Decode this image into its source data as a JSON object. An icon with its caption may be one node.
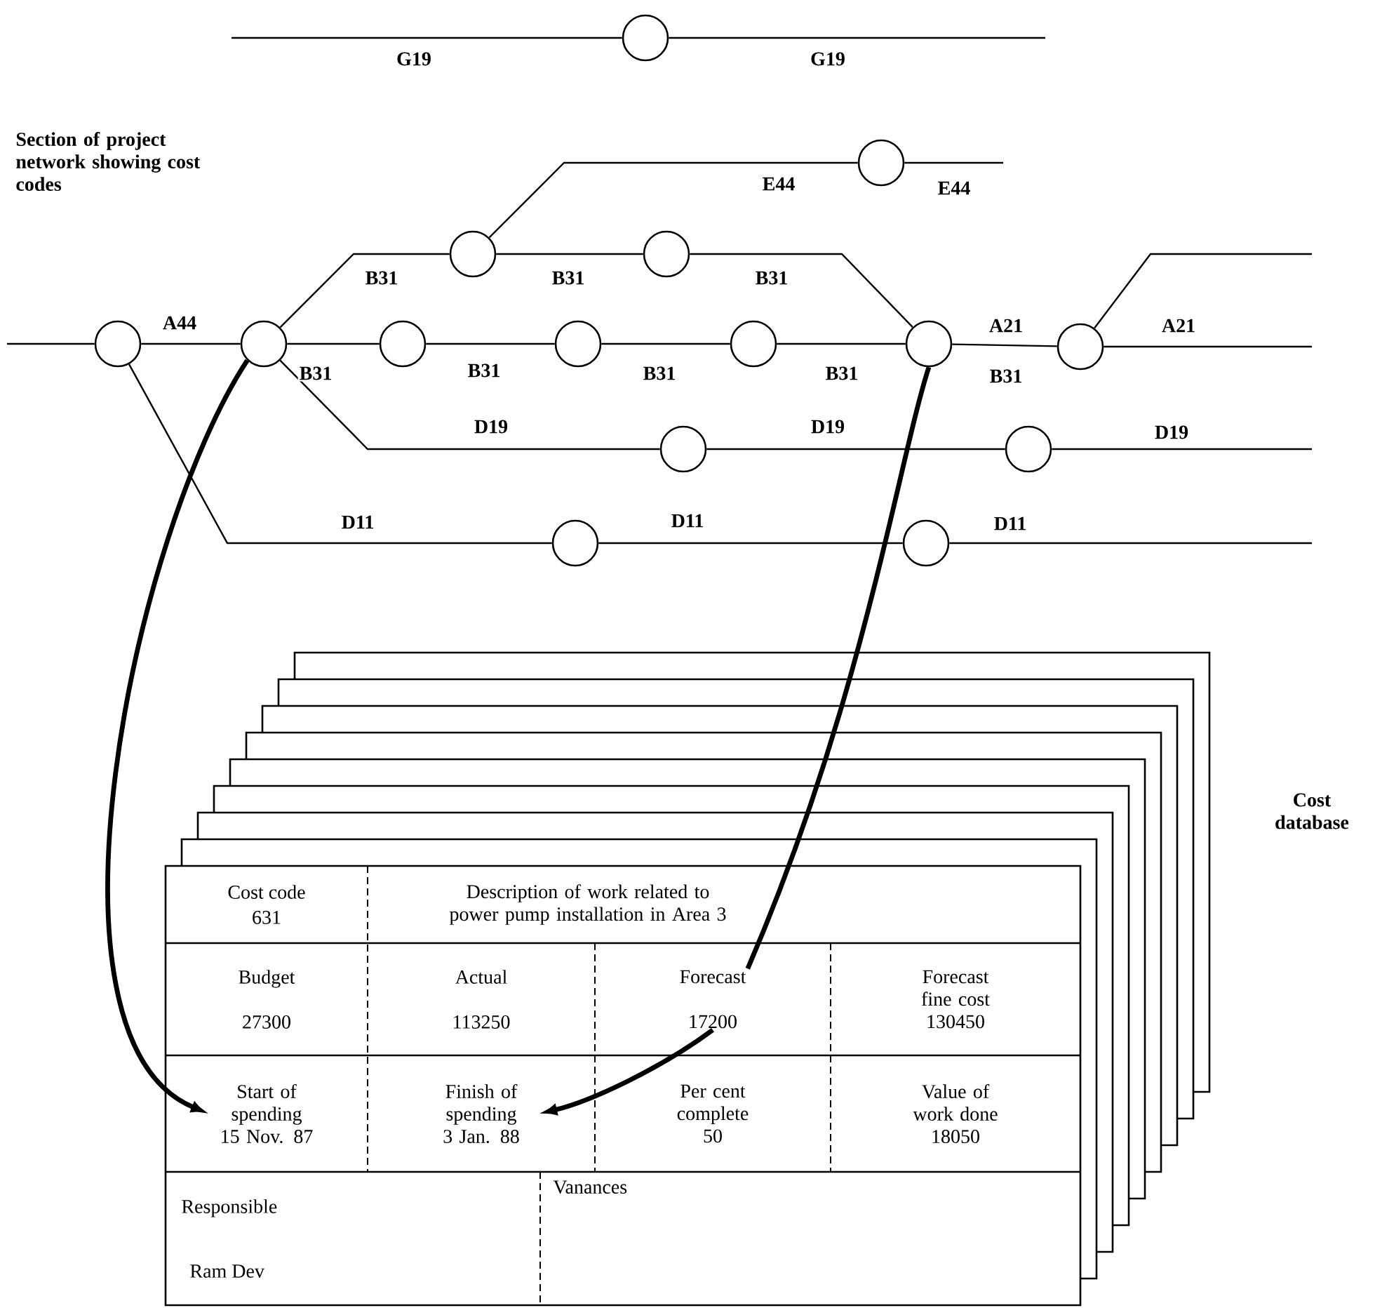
{
  "diagram": {
    "nodes": [
      {
        "text": [],
        "shape": "circle"
      },
      {
        "text": [],
        "shape": "circle"
      },
      {
        "text": [],
        "shape": "circle"
      },
      {
        "text": [],
        "shape": "circle"
      },
      {
        "text": [],
        "shape": "circle"
      },
      {
        "text": [],
        "shape": "circle"
      },
      {
        "text": [],
        "shape": "circle"
      },
      {
        "text": [],
        "shape": "circle"
      },
      {
        "text": [],
        "shape": "circle"
      },
      {
        "text": [],
        "shape": "circle"
      },
      {
        "text": [],
        "shape": "circle"
      },
      {
        "text": [],
        "shape": "circle"
      },
      {
        "text": [],
        "shape": "circle"
      },
      {
        "text": [],
        "shape": "circle"
      },
      {
        "text": [],
        "shape": "circle"
      },
      {
        "text": [],
        "shape": "box"
      },
      {
        "text": [
          "Cost code",
          "631"
        ],
        "in": 15
      },
      {
        "text": [
          "Description of work related to power pump installation in Area 3"
        ],
        "in": 15
      },
      {
        "text": [
          "Budget",
          "27300"
        ],
        "in": 15
      },
      {
        "text": [
          "Actual",
          "113250"
        ],
        "in": 15
      },
      {
        "text": [
          "Forecast",
          "17200"
        ],
        "in": 15
      },
      {
        "text": [
          "Forecast fine cost",
          "130450"
        ],
        "in": 15
      },
      {
        "text": [
          "Start of spending",
          "15 Nov. 87"
        ],
        "in": 15
      },
      {
        "text": [
          "Finish of spending",
          "3 Jan. 88"
        ],
        "in": 15
      },
      {
        "text": [
          "Per cent complete",
          "50"
        ],
        "in": 15
      },
      {
        "text": [
          "Value of work done",
          "18050"
        ],
        "in": 15
      },
      {
        "text": [
          "Responsible",
          "Ram Dev"
        ],
        "in": 15
      },
      {
        "text": [
          "Vanances"
        ],
        "in": 15
      }
    ],
    "edges": [
      {
        "from": null,
        "to": 0,
        "arrow": "none",
        "label": "G19"
      },
      {
        "from": 0,
        "to": null,
        "arrow": "none",
        "label": "G19"
      },
      {
        "from": null,
        "to": 1,
        "arrow": "none"
      },
      {
        "from": 1,
        "to": 2,
        "arrow": "none",
        "label": "A44"
      },
      {
        "from": 2,
        "to": 8,
        "arrow": "none",
        "label": "B31"
      },
      {
        "from": 8,
        "to": 9,
        "arrow": "none",
        "label": "B31"
      },
      {
        "from": 9,
        "to": 6,
        "arrow": "none",
        "label": "B31"
      },
      {
        "from": 8,
        "to": 10,
        "arrow": "none",
        "label": "E44"
      },
      {
        "from": 10,
        "to": null,
        "arrow": "none",
        "label": "E44"
      },
      {
        "from": 2,
        "to": 3,
        "arrow": "none",
        "label": "B31"
      },
      {
        "from": 3,
        "to": 4,
        "arrow": "none",
        "label": "B31"
      },
      {
        "from": 4,
        "to": 5,
        "arrow": "none",
        "label": "B31"
      },
      {
        "from": 5,
        "to": 6,
        "arrow": "none",
        "label": "B31"
      },
      {
        "from": 6,
        "to": 7,
        "arrow": "none",
        "label": "A21"
      },
      {
        "from": 7,
        "to": null,
        "arrow": "none"
      },
      {
        "from": 7,
        "to": null,
        "arrow": "none",
        "label": "A21"
      },
      {
        "from": 2,
        "to": 11,
        "arrow": "none",
        "label": "D19"
      },
      {
        "from": 11,
        "to": 12,
        "arrow": "none",
        "label": "D19"
      },
      {
        "from": 12,
        "to": null,
        "arrow": "none",
        "label": "D19"
      },
      {
        "from": 1,
        "to": 13,
        "arrow": "none",
        "label": "D11"
      },
      {
        "from": 13,
        "to": 14,
        "arrow": "none",
        "label": "D11"
      },
      {
        "from": 14,
        "to": null,
        "arrow": "none",
        "label": "D11"
      },
      {
        "from": 2,
        "to": 22,
        "arrow": "to",
        "style": "thick"
      },
      {
        "from": 6,
        "to": 20,
        "arrow": "none",
        "style": "thick"
      },
      {
        "from": 20,
        "to": 23,
        "arrow": "to",
        "style": "thick"
      }
    ],
    "labels": [
      "Section of project network showing cost codes",
      "B31",
      "Cost database"
    ]
  }
}
